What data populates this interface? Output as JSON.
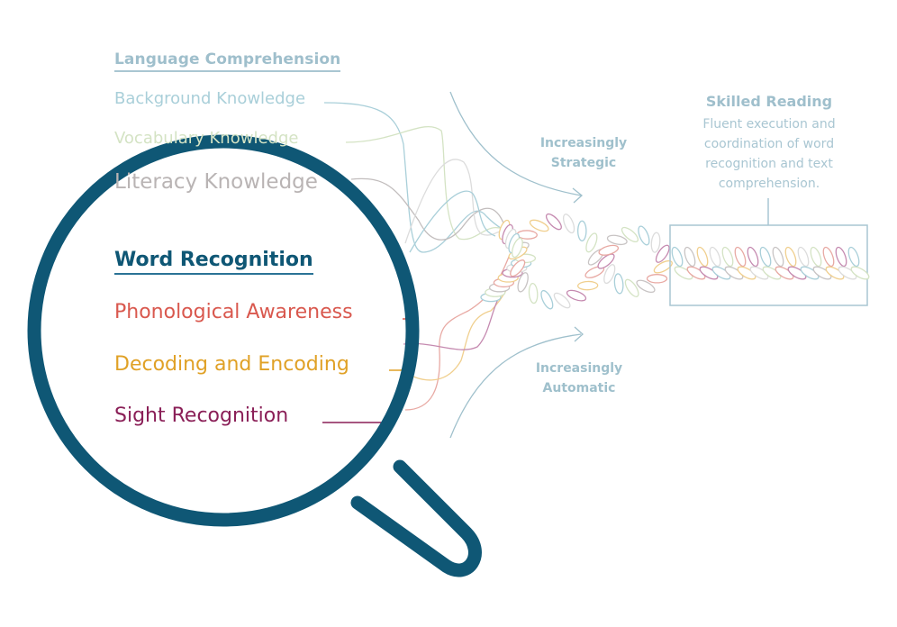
{
  "language_comprehension": {
    "heading": "Language Comprehension",
    "items": [
      {
        "label": "Background Knowledge",
        "color": "#a9cfd9"
      },
      {
        "label": "Vocabulary Knowledge",
        "color": "#d4e3c4"
      },
      {
        "label": "Literacy Knowledge",
        "color": "#b9b4b4"
      }
    ]
  },
  "word_recognition": {
    "heading": "Word Recognition",
    "items": [
      {
        "label": "Phonological Awareness",
        "color": "#d9584e"
      },
      {
        "label": "Decoding and Encoding",
        "color": "#e0a126"
      },
      {
        "label": "Sight Recognition",
        "color": "#8a1f57"
      }
    ]
  },
  "arrows": {
    "strategic": {
      "line1": "Increasingly",
      "line2": "Strategic"
    },
    "automatic": {
      "line1": "Increasingly",
      "line2": "Automatic"
    }
  },
  "skilled_reading": {
    "title": "Skilled Reading",
    "description": "Fluent execution and coordination of word recognition and text comprehension."
  },
  "colors": {
    "magnifier": "#0f5775",
    "accent_light": "#9fc0cc",
    "strand_palette": [
      "#a9cfd9",
      "#d4e3c4",
      "#c8c4c4",
      "#e8a9a3",
      "#f0cf8e",
      "#c58ab0",
      "#dcdcdc"
    ]
  }
}
